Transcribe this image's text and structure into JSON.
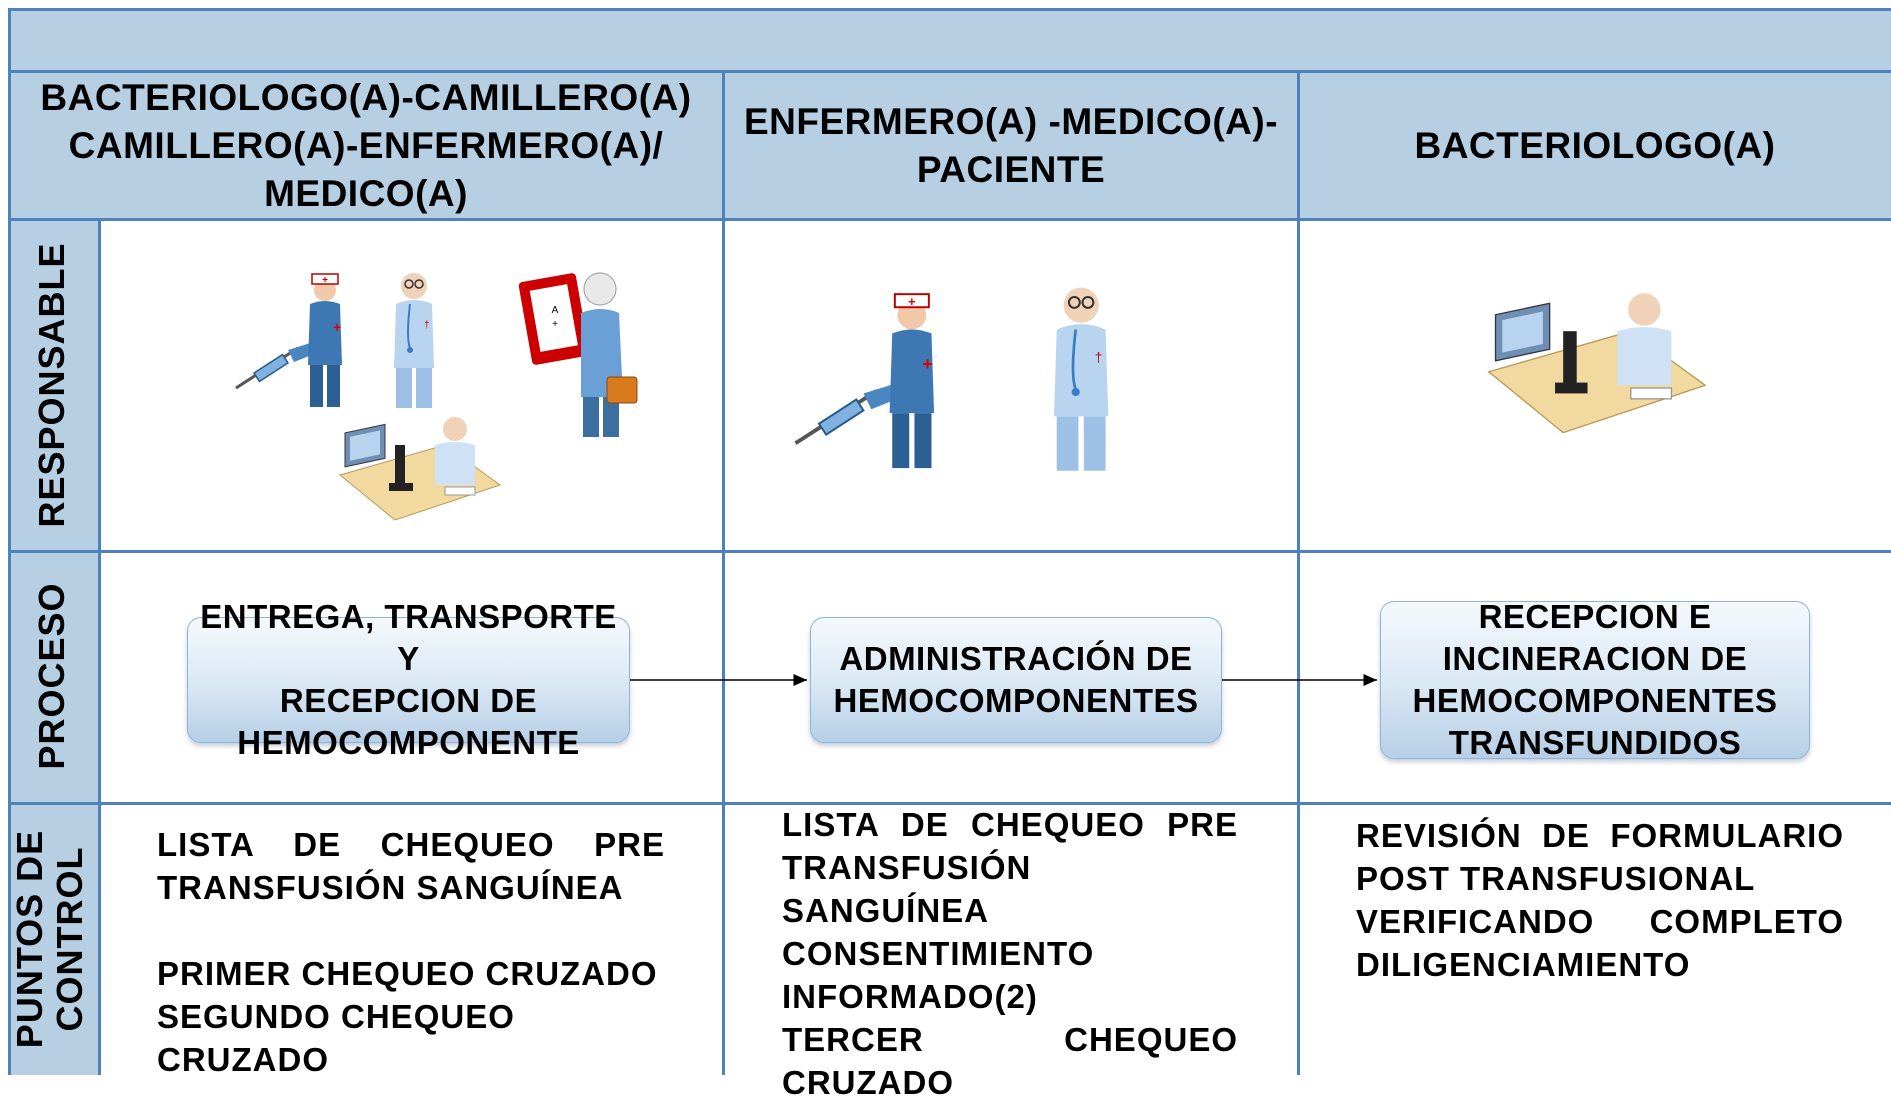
{
  "header": {
    "top_title": ""
  },
  "columns": [
    {
      "role_lines": [
        "BACTERIOLOGO(A)-CAMILLERO(A)",
        "CAMILLERO(A)-ENFERMERO(A)/",
        "MEDICO(A)"
      ],
      "icons": [
        "nurse-with-syringe-icon",
        "doctor-icon",
        "blood-bag-carrier-icon",
        "lab-technician-microscope-icon"
      ],
      "process_lines": [
        "ENTREGA, TRANSPORTE Y",
        "RECEPCION DE",
        "HEMOCOMPONENTE"
      ],
      "controls": [
        "LISTA DE CHEQUEO PRE",
        "TRANSFUSIÓN SANGUÍNEA",
        "",
        "PRIMER CHEQUEO CRUZADO",
        "SEGUNDO CHEQUEO CRUZADO"
      ]
    },
    {
      "role_lines": [
        "ENFERMERO(A) -MEDICO(A)-",
        "PACIENTE"
      ],
      "icons": [
        "nurse-with-syringe-icon",
        "doctor-icon"
      ],
      "process_lines": [
        "ADMINISTRACIÓN DE",
        "HEMOCOMPONENTES"
      ],
      "controls": [
        "LISTA DE CHEQUEO PRE",
        "TRANSFUSIÓN SANGUÍNEA",
        "CONSENTIMIENTO",
        "INFORMADO(2)",
        "TERCER CHEQUEO",
        "CRUZADO"
      ]
    },
    {
      "role_lines": [
        "BACTERIOLOGO(A)"
      ],
      "icons": [
        "lab-technician-microscope-icon"
      ],
      "process_lines": [
        "RECEPCION E",
        "INCINERACION DE",
        "HEMOCOMPONENTES",
        "TRANSFUNDIDOS"
      ],
      "controls": [
        "REVISIÓN DE FORMULARIO",
        "POST TRANSFUSIONAL",
        "VERIFICANDO COMPLETO",
        "DILIGENCIAMIENTO"
      ]
    }
  ],
  "row_labels": {
    "responsable": "RESPONSABLE",
    "proceso": "PROCESO",
    "puntos_line1": "PUNTOS DE",
    "puntos_line2": "CONTROL"
  },
  "colors": {
    "header_fill": "#b7cfe3",
    "grid_line": "#4f81bd",
    "box_fill": "#d9e7f4"
  }
}
